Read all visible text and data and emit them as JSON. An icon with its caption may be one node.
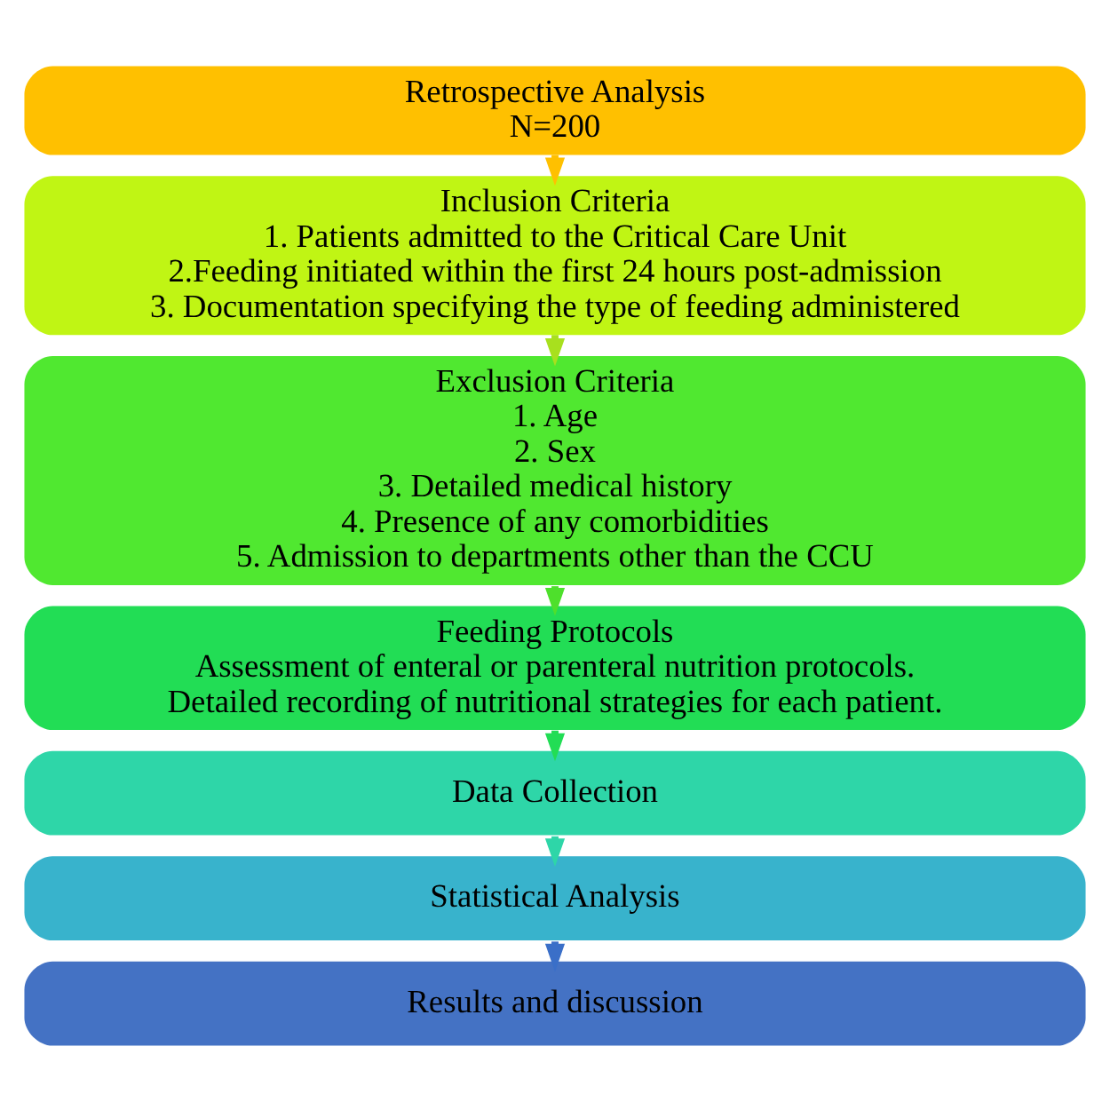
{
  "diagram": {
    "nodes": [
      {
        "text": [
          "Retrospective Analysis",
          "N=200"
        ]
      },
      {
        "text": [
          "Inclusion Criteria",
          "1. Patients admitted to the Critical Care Unit",
          "2.Feeding initiated within the first 24 hours post-admission",
          "3. Documentation specifying the type of feeding administered"
        ]
      },
      {
        "text": [
          "Exclusion Criteria",
          "1. Age",
          "2. Sex",
          "3. Detailed medical history",
          "4. Presence of any comorbidities",
          "5. Admission to departments other than the CCU"
        ]
      },
      {
        "text": [
          "Feeding Protocols",
          "Assessment of enteral or parenteral nutrition protocols.",
          "Detailed recording of nutritional strategies for each patient."
        ]
      },
      {
        "text": [
          "Data Collection"
        ]
      },
      {
        "text": [
          "Statistical Analysis"
        ]
      },
      {
        "text": [
          "Results and discussion"
        ]
      }
    ],
    "edges": [
      {
        "from": 0,
        "to": 1,
        "arrow": "to",
        "color": "#ffc000"
      },
      {
        "from": 1,
        "to": 2,
        "arrow": "to",
        "color": "#a8e01e"
      },
      {
        "from": 2,
        "to": 3,
        "arrow": "to",
        "color": "#4ee02c"
      },
      {
        "from": 3,
        "to": 4,
        "arrow": "to",
        "color": "#22dd55"
      },
      {
        "from": 4,
        "to": 5,
        "arrow": "to",
        "color": "#2ed6a8"
      },
      {
        "from": 5,
        "to": 6,
        "arrow": "to",
        "color": "#3a6fc8"
      }
    ]
  }
}
